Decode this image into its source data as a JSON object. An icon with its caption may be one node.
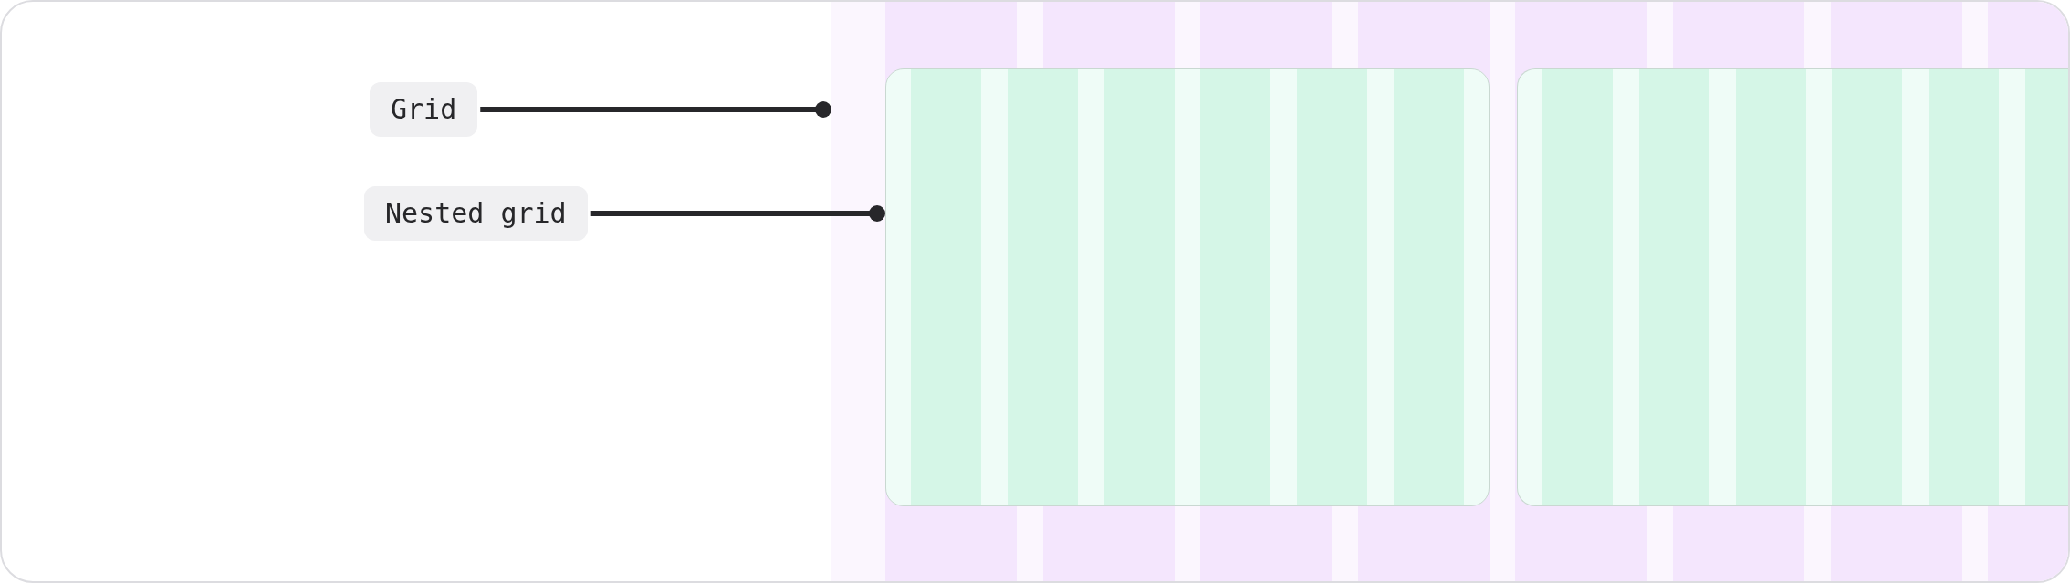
{
  "diagram": {
    "nodes": [
      {
        "text": [
          "Grid"
        ]
      },
      {
        "text": [
          "Nested grid"
        ]
      },
      {
        "text": [],
        "shape": "box"
      },
      {
        "text": [],
        "shape": "box",
        "in": 2
      },
      {
        "text": [],
        "shape": "box",
        "in": 2
      }
    ],
    "edges": [
      {
        "from": 0,
        "to": 2,
        "arrow": "other"
      },
      {
        "from": 1,
        "to": 3,
        "arrow": "other"
      }
    ]
  }
}
